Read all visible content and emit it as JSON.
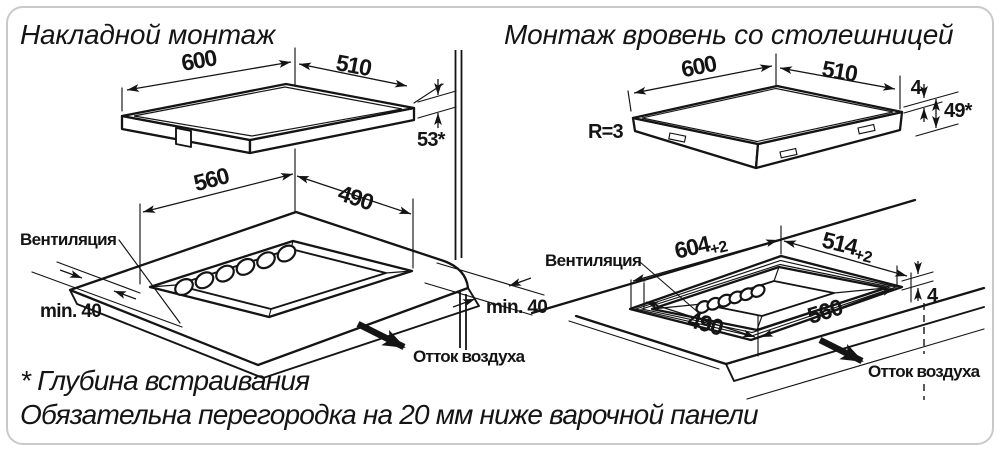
{
  "colors": {
    "line": "#141414",
    "frame_border": "#c9c9c9",
    "background": "#ffffff"
  },
  "left_diagram": {
    "title": "Накладной монтаж",
    "hob_width": "600",
    "hob_depth": "510",
    "embed_height": "53*",
    "cutout_width": "560",
    "cutout_depth": "490",
    "ventilation_label": "Вентиляция",
    "min_clearance_left": "min. 40",
    "min_clearance_right": "min. 40",
    "airflow_label": "Отток воздуха"
  },
  "right_diagram": {
    "title": "Монтаж вровень со столешницей",
    "hob_width": "600",
    "hob_depth": "510",
    "glass_height": "4",
    "embed_height": "49*",
    "corner_radius": "R=3",
    "cutout_width": "604",
    "cutout_width_tol": "+2",
    "cutout_depth": "514",
    "cutout_depth_tol": "+2",
    "ledge_depth": "4",
    "inner_cutout_depth": "490",
    "inner_cutout_width": "560",
    "ventilation_label": "Вентиляция",
    "airflow_label": "Отток воздуха"
  },
  "footnotes": {
    "line1": "* Глубина встраивания",
    "line2": "Обязательна перегородка на 20 мм ниже варочной панели"
  }
}
